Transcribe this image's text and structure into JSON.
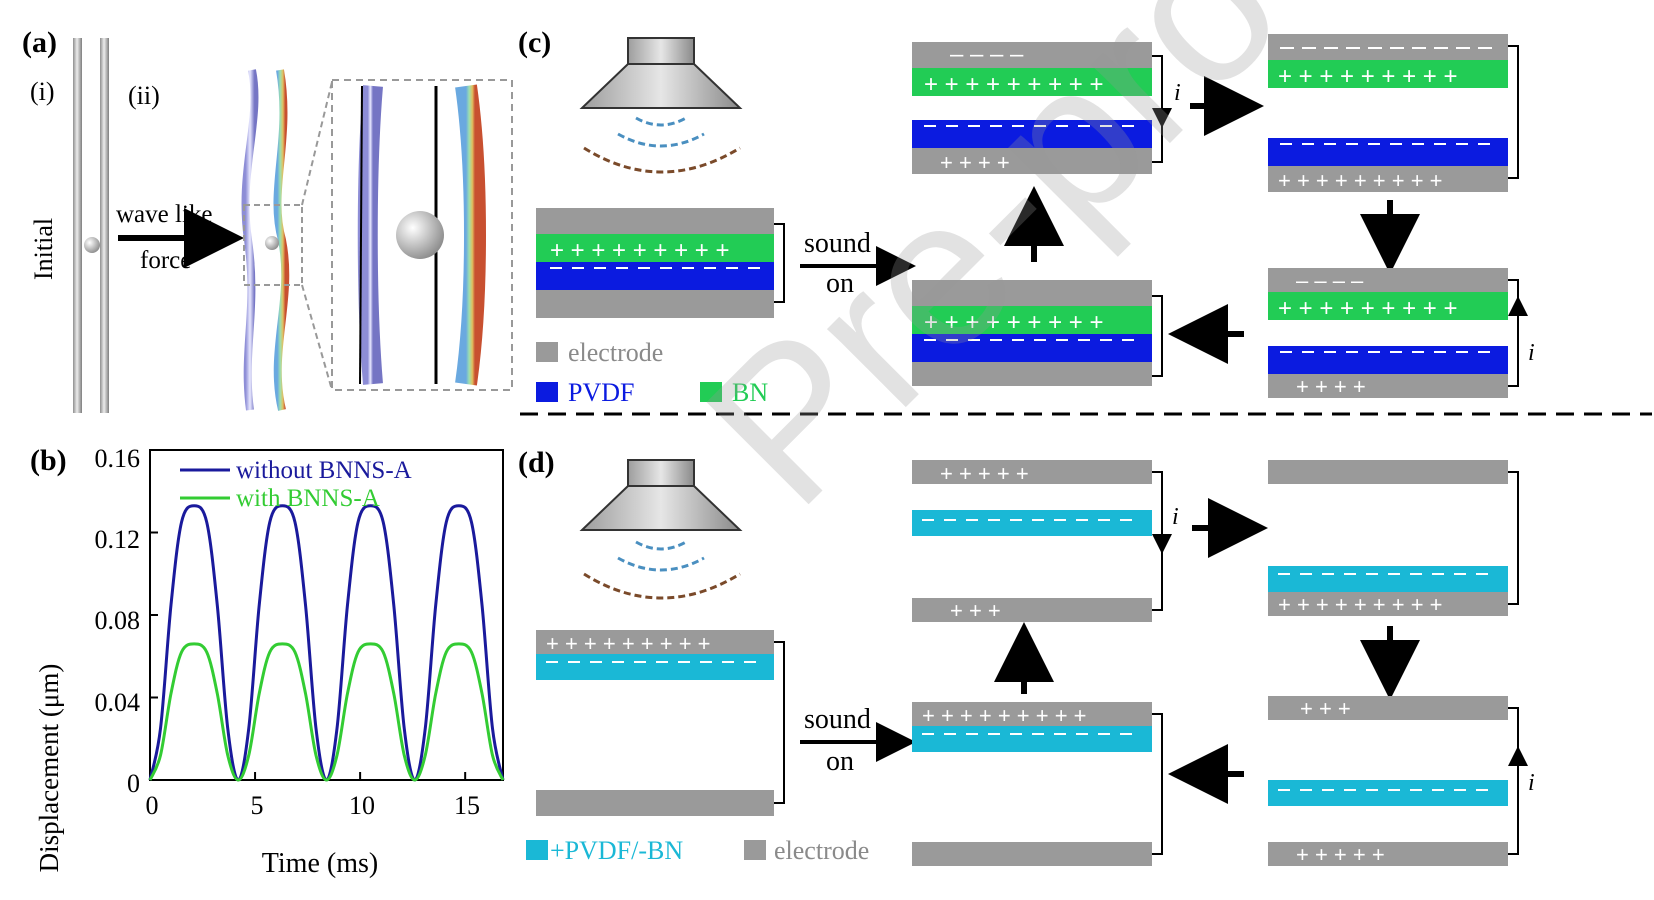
{
  "watermark": "Pre-proof",
  "panel_a": {
    "label": "(a)",
    "sub_i": "(i)",
    "sub_ii": "(ii)",
    "side_label": "Initial",
    "arrow_text_1": "wave like",
    "arrow_text_2": "force"
  },
  "panel_b": {
    "label": "(b)",
    "ylabel": "Displacement (μm)",
    "xlabel": "Time (ms)",
    "yticks": [
      "0.16",
      "0.12",
      "0.08",
      "0.04",
      "0"
    ],
    "xticks": [
      "0",
      "5",
      "10",
      "15"
    ]
  },
  "panel_c": {
    "label": "(c)",
    "sound_1": "sound",
    "sound_2": "on",
    "legend_electrode": "electrode",
    "legend_pvdf": "PVDF",
    "legend_bn": "BN",
    "current": "i"
  },
  "panel_d": {
    "label": "(d)",
    "sound_1": "sound",
    "sound_2": "on",
    "legend_pvdf_bn": "+PVDF/-BN",
    "legend_electrode": "electrode",
    "current": "i"
  },
  "colors": {
    "electrode": "#9a9a9a",
    "pvdf": "#0b1be0",
    "bn": "#22cc55",
    "pvdf_bn": "#1ab8d6",
    "without_series": "#1a1a9c",
    "with_series": "#33cc33"
  },
  "chart_data": {
    "type": "line",
    "xlabel": "Time (ms)",
    "ylabel": "Displacement (μm)",
    "xlim": [
      0,
      16.8
    ],
    "ylim": [
      0,
      0.16
    ],
    "xticks": [
      0,
      5,
      10,
      15
    ],
    "yticks": [
      0,
      0.04,
      0.08,
      0.12,
      0.16
    ],
    "legend_position": "top-left",
    "series": [
      {
        "name": "without BNNS-A",
        "color": "#1a1a9c",
        "x": [
          0,
          0.5,
          1.0,
          1.5,
          2.1,
          2.7,
          3.2,
          3.7,
          4.2,
          4.7,
          5.2,
          5.7,
          6.3,
          6.9,
          7.4,
          7.9,
          8.4,
          8.9,
          9.4,
          9.9,
          10.5,
          11.1,
          11.6,
          12.1,
          12.6,
          13.1,
          13.6,
          14.1,
          14.7,
          15.3,
          15.8,
          16.3,
          16.8
        ],
        "y": [
          0,
          0.025,
          0.085,
          0.125,
          0.133,
          0.125,
          0.085,
          0.025,
          0,
          0.025,
          0.085,
          0.125,
          0.133,
          0.125,
          0.085,
          0.025,
          0,
          0.025,
          0.085,
          0.125,
          0.133,
          0.125,
          0.085,
          0.025,
          0,
          0.025,
          0.085,
          0.125,
          0.133,
          0.125,
          0.085,
          0.025,
          0
        ]
      },
      {
        "name": "with BNNS-A",
        "color": "#33cc33",
        "x": [
          0,
          0.5,
          1.0,
          1.5,
          2.1,
          2.7,
          3.2,
          3.7,
          4.2,
          4.7,
          5.2,
          5.7,
          6.3,
          6.9,
          7.4,
          7.9,
          8.4,
          8.9,
          9.4,
          9.9,
          10.5,
          11.1,
          11.6,
          12.1,
          12.6,
          13.1,
          13.6,
          14.1,
          14.7,
          15.3,
          15.8,
          16.3,
          16.8
        ],
        "y": [
          0,
          0.012,
          0.042,
          0.062,
          0.066,
          0.062,
          0.042,
          0.012,
          0,
          0.012,
          0.042,
          0.062,
          0.066,
          0.062,
          0.042,
          0.012,
          0,
          0.012,
          0.042,
          0.062,
          0.066,
          0.062,
          0.042,
          0.012,
          0,
          0.012,
          0.042,
          0.062,
          0.066,
          0.062,
          0.042,
          0.012,
          0
        ]
      }
    ]
  }
}
